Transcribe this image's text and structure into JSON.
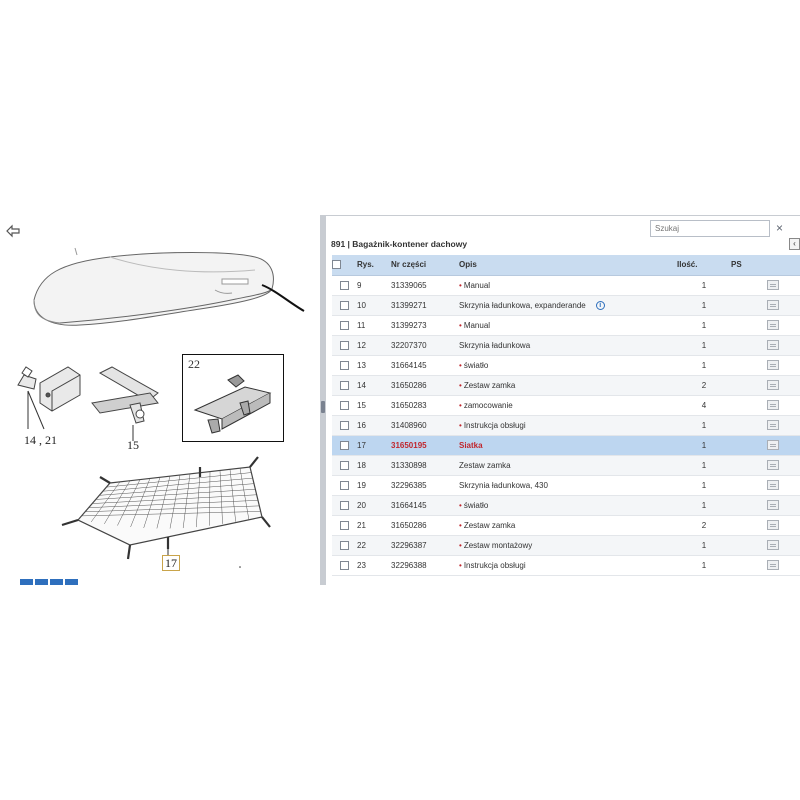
{
  "search": {
    "placeholder": "Szukaj",
    "close_icon": "×"
  },
  "header": {
    "title": "891  |  Bagażnik-kontener dachowy",
    "collapse_icon": "‹"
  },
  "colors": {
    "header_bg": "#c9dcf0",
    "selected_bg": "#bdd6f0",
    "accent_red": "#c0262d",
    "info_blue": "#2e6fbd"
  },
  "diagram": {
    "callouts": {
      "c14_21": "14 , 21",
      "c15": "15",
      "c17": "17",
      "c22": "22"
    }
  },
  "table": {
    "columns": {
      "rys": "Rys.",
      "nr": "Nr części",
      "opis": "Opis",
      "qty": "Ilość.",
      "ps": "PS"
    },
    "rows": [
      {
        "rys": "9",
        "nr": "31339065",
        "opis": "Manual",
        "bullet": true,
        "qty": "1"
      },
      {
        "rys": "10",
        "nr": "31399271",
        "opis": "Skrzynia ładunkowa, expanderande",
        "bullet": false,
        "info": true,
        "qty": "1"
      },
      {
        "rys": "11",
        "nr": "31399273",
        "opis": "Manual",
        "bullet": true,
        "qty": "1"
      },
      {
        "rys": "12",
        "nr": "32207370",
        "opis": "Skrzynia ładunkowa",
        "bullet": false,
        "qty": "1"
      },
      {
        "rys": "13",
        "nr": "31664145",
        "opis": "światło",
        "bullet": true,
        "qty": "1"
      },
      {
        "rys": "14",
        "nr": "31650286",
        "opis": "Zestaw zamka",
        "bullet": true,
        "qty": "2"
      },
      {
        "rys": "15",
        "nr": "31650283",
        "opis": "zamocowanie",
        "bullet": true,
        "qty": "4"
      },
      {
        "rys": "16",
        "nr": "31408960",
        "opis": "Instrukcja obsługi",
        "bullet": true,
        "qty": "1"
      },
      {
        "rys": "17",
        "nr": "31650195",
        "opis": "Siatka",
        "bullet": false,
        "qty": "1",
        "selected": true
      },
      {
        "rys": "18",
        "nr": "31330898",
        "opis": "Zestaw zamka",
        "bullet": false,
        "qty": "1"
      },
      {
        "rys": "19",
        "nr": "32296385",
        "opis": "Skrzynia ładunkowa, 430",
        "bullet": false,
        "qty": "1"
      },
      {
        "rys": "20",
        "nr": "31664145",
        "opis": "światło",
        "bullet": true,
        "qty": "1"
      },
      {
        "rys": "21",
        "nr": "31650286",
        "opis": "Zestaw zamka",
        "bullet": true,
        "qty": "2"
      },
      {
        "rys": "22",
        "nr": "32296387",
        "opis": "Zestaw montażowy",
        "bullet": true,
        "qty": "1"
      },
      {
        "rys": "23",
        "nr": "32296388",
        "opis": "Instrukcja obsługi",
        "bullet": true,
        "qty": "1"
      }
    ]
  }
}
